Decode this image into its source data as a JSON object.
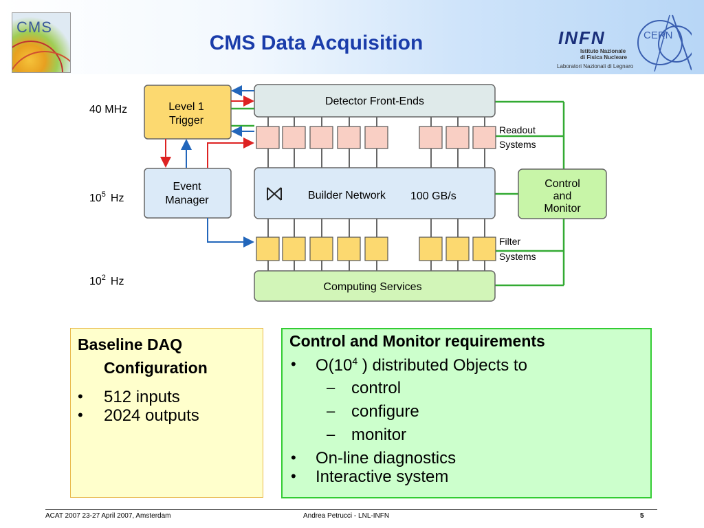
{
  "header": {
    "title": "CMS Data Acquisition",
    "cms_logo_text": "CMS",
    "infn_logo": {
      "big": "INFN",
      "line1": "Istituto Nazionale",
      "line2": "di Fisica Nucleare",
      "line3": "Laboratori Nazionali di Legnaro"
    },
    "cern_logo_text": "CERN"
  },
  "diagram": {
    "rates": {
      "r1": "40 MHz",
      "r2_base": "10",
      "r2_exp": "5",
      "r2_unit": "Hz",
      "r3_base": "10",
      "r3_exp": "2",
      "r3_unit": "Hz"
    },
    "level1_l1": "Level 1",
    "level1_l2": "Trigger",
    "event_l1": "Event",
    "event_l2": "Manager",
    "detector": "Detector Front-Ends",
    "builder": "Builder Network",
    "builder_speed": "100 GB/s",
    "computing": "Computing Services",
    "control_l1": "Control",
    "control_l2": "and",
    "control_l3": "Monitor",
    "readout_l1": "Readout",
    "readout_l2": "Systems",
    "filter_l1": "Filter",
    "filter_l2": "Systems",
    "colors": {
      "readout_box": "#f9cfc4",
      "filter_box": "#fcd970",
      "trigger": "#fcd970",
      "control": "#c8f5a8",
      "network": "#dbeaf8",
      "red_arrow": "#dd2222",
      "blue_arrow": "#2266bb",
      "green_line": "#33aa33"
    }
  },
  "left_panel": {
    "title_l1": "Baseline DAQ",
    "title_l2": "Configuration",
    "bullet": "•",
    "items": [
      "512 inputs",
      "2024 outputs"
    ]
  },
  "right_panel": {
    "title": "Control and Monitor  requirements",
    "bullet": "•",
    "dash": "–",
    "item1_pre": "O(10",
    "item1_sup": "4",
    "item1_post": " ) distributed Objects to",
    "subitems": [
      "control",
      "configure",
      "monitor"
    ],
    "item2": "On-line diagnostics",
    "item3": "Interactive system"
  },
  "footer": {
    "left": "ACAT 2007 23-27 April 2007, Amsterdam",
    "center": "Andrea Petrucci -  LNL-INFN",
    "page": "5"
  }
}
